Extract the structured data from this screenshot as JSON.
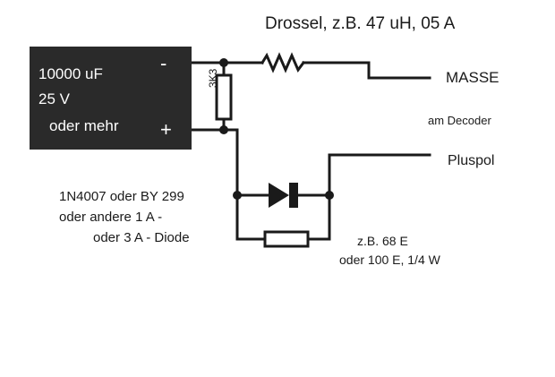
{
  "capacitor": {
    "line1": "10000 uF",
    "line2": "25 V",
    "line3": "oder mehr",
    "minus": "-",
    "plus": "+"
  },
  "choke_label": "Drossel, z.B. 47 uH, 05 A",
  "resistor_v_label": "3K3",
  "masse_label": "MASSE",
  "decoder_label": "am Decoder",
  "pluspol_label": "Pluspol",
  "diode_note": {
    "line1": "1N4007 oder  BY 299",
    "line2": "oder andere 1 A -",
    "line3": "oder 3 A - Diode"
  },
  "resistor_note": {
    "line1": "z.B. 68 E",
    "line2": "oder 100 E, 1/4 W"
  },
  "colors": {
    "ink": "#1a1a1a",
    "capacitor_fill": "#2a2a2a",
    "background": "#ffffff"
  }
}
